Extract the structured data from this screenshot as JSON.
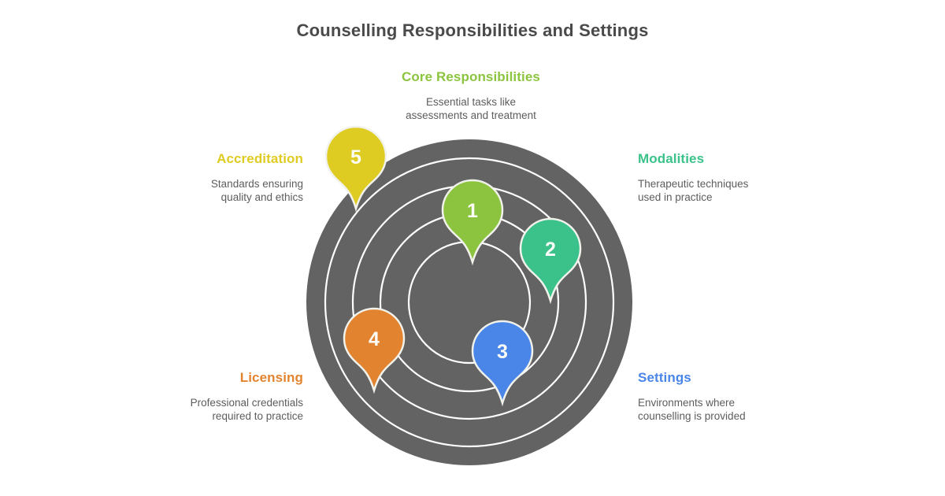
{
  "title": "Counselling Responsibilities and Settings",
  "diagram": {
    "disc_color": "#636363",
    "ring_color": "#ffffff",
    "pin_stroke_color": "#f2f2ec",
    "items": [
      {
        "number": "1",
        "label": "Core Responsibilities",
        "color": "#8CC43F",
        "desc_lines": [
          "Essential tasks like",
          "assessments and treatment"
        ]
      },
      {
        "number": "2",
        "label": "Modalities",
        "color": "#3BC28A",
        "desc_lines": [
          "Therapeutic techniques",
          "used in practice"
        ]
      },
      {
        "number": "3",
        "label": "Settings",
        "color": "#4A86E8",
        "desc_lines": [
          "Environments where",
          "counselling is provided"
        ]
      },
      {
        "number": "4",
        "label": "Licensing",
        "color": "#E2842F",
        "desc_lines": [
          "Professional credentials",
          "required to practice"
        ]
      },
      {
        "number": "5",
        "label": "Accreditation",
        "color": "#DFCC22",
        "desc_lines": [
          "Standards ensuring",
          "quality and ethics"
        ]
      }
    ]
  }
}
